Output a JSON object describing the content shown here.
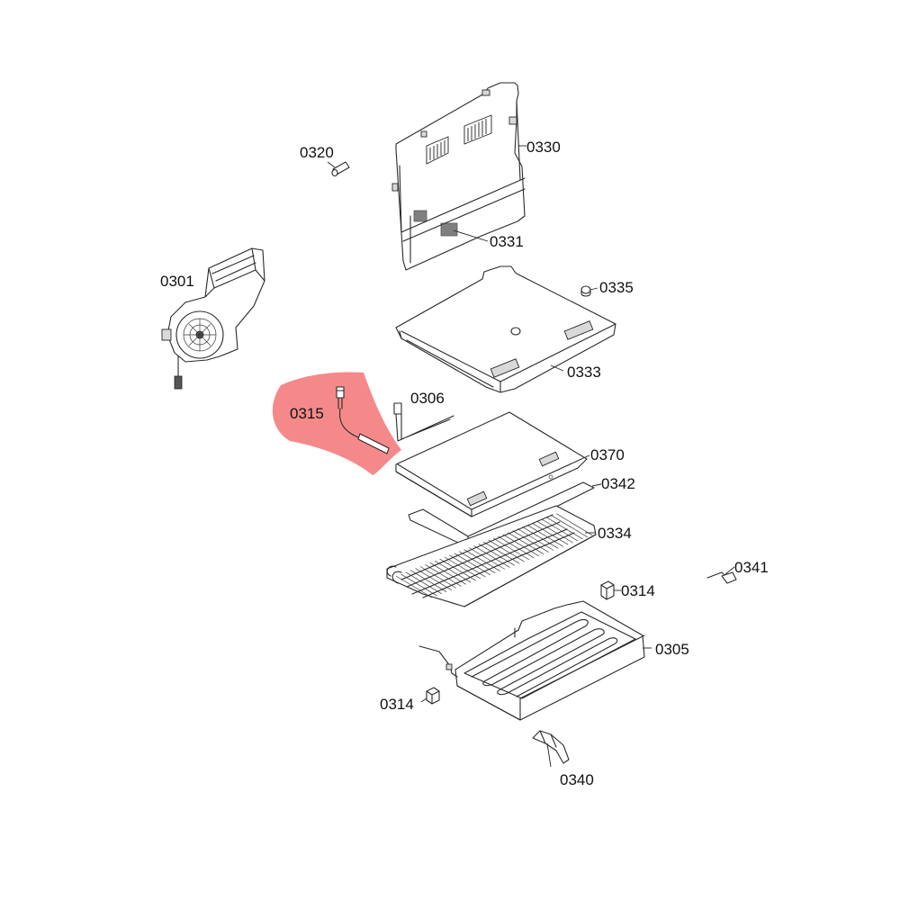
{
  "highlight_color": "#f47c7c",
  "parts": [
    {
      "id": "p0301",
      "label": "0301",
      "name": "fan-housing",
      "highlighted": false
    },
    {
      "id": "p0305",
      "label": "0305",
      "name": "drain-tray-with-heater",
      "highlighted": false
    },
    {
      "id": "p0306",
      "label": "0306",
      "name": "sensor-wire",
      "highlighted": false
    },
    {
      "id": "p0314a",
      "label": "0314",
      "name": "clip-upper",
      "highlighted": false
    },
    {
      "id": "p0314b",
      "label": "0314",
      "name": "clip-lower",
      "highlighted": false
    },
    {
      "id": "p0315",
      "label": "0315",
      "name": "temperature-sensor",
      "highlighted": true
    },
    {
      "id": "p0320",
      "label": "0320",
      "name": "small-pin",
      "highlighted": false
    },
    {
      "id": "p0330",
      "label": "0330",
      "name": "rear-cover-panel",
      "highlighted": false
    },
    {
      "id": "p0331",
      "label": "0331",
      "name": "panel-tab",
      "highlighted": false
    },
    {
      "id": "p0333",
      "label": "0333",
      "name": "upper-cover-plate",
      "highlighted": false
    },
    {
      "id": "p0334",
      "label": "0334",
      "name": "evaporator-coil",
      "highlighted": false
    },
    {
      "id": "p0335",
      "label": "0335",
      "name": "cap-plug",
      "highlighted": false
    },
    {
      "id": "p0340",
      "label": "0340",
      "name": "drain-hose",
      "highlighted": false
    },
    {
      "id": "p0341",
      "label": "0341",
      "name": "fuse-thermostat",
      "highlighted": false
    },
    {
      "id": "p0342",
      "label": "0342",
      "name": "insulation-plate",
      "highlighted": false
    },
    {
      "id": "p0370",
      "label": "0370",
      "name": "cover-plate",
      "highlighted": false
    }
  ]
}
